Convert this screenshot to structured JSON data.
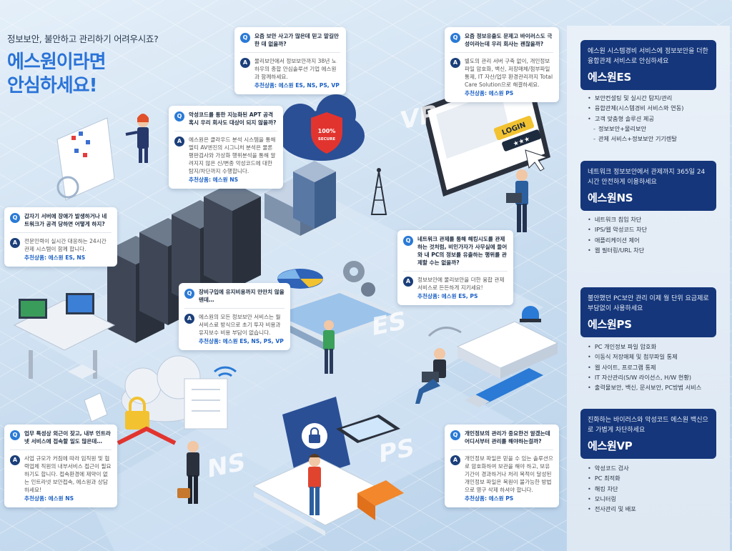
{
  "headline": {
    "subtitle": "정보보안, 불안하고 관리하기 어려우시죠?",
    "title_line1": "에스원이라면",
    "title_line2": "안심하세요!"
  },
  "art_labels": {
    "secure_badge_line1": "100%",
    "secure_badge_line2": "SECURE",
    "login_sign": "LOGIN",
    "login_stars": "★★★",
    "zone_vp": "VP",
    "zone_es": "ES",
    "zone_ns": "NS",
    "zone_ps": "PS"
  },
  "qa": [
    {
      "id": "qa-apt",
      "q": "악성코드를 통한 지능화된 APT 공격 혹시 우리 회사도 대상이 되지 않을까?",
      "a": "에스원은 클라우드 분석 시스템을 통해 멀티 AV엔진의 시그니처 분석은 물론 평판검사와 가상화 행위분석을 통해 알려지지 않은 신/변종 악성코드에 대한 탐지/차단까지 수행합니다.",
      "rec": "추천상품: 에스원 NS"
    },
    {
      "id": "qa-incident",
      "q": "요즘 보안 사고가 많은데 믿고 맡길만한 데 없을까?",
      "a": "물리보안에서 정보보안까지 38년 노하우의 종합 안심솔루션 기업 에스원과 함께하세요.",
      "rec": "추천상품: 에스원 ES, NS, PS, VP"
    },
    {
      "id": "qa-leak",
      "q": "요즘 정보유출도 문제고 바이러스도 극성이라는데 우리 회사는 괜찮을까?",
      "a": "별도의 관리 서버 구축 없이, 개인정보 파일 암호화, 백신, 저장매체/첨부파일 통제, IT 자산/업무 환경관리까지 Total Care Solution으로 해결하세요.",
      "rec": "추천상품: 에스원 PS"
    },
    {
      "id": "qa-server",
      "q": "갑자기 서버에 장애가 발생하거나 네트워크가 공격 당하면 어떻게 하지?",
      "a": "전문인력이 실시간 대응하는 24시간 관제 시스템이 함께 합니다.",
      "rec": "추천상품: 에스원 ES, NS"
    },
    {
      "id": "qa-network",
      "q": "네트워크 관제를 통해 해킹시도를 관제하는 것처럼, 비인가자가 사무실에 들어와 내 PC의 정보를 유출하는 행위를 관제할 수는 없을까?",
      "a": "정보보안에 물리보안을 더한 융합 관제 서비스로 든든하게 지키세요!",
      "rec": "추천상품: 에스원 ES, PS"
    },
    {
      "id": "qa-cost",
      "q": "장비구입에 유지비용까지 만만치 않을 텐데…",
      "a": "에스원의 모든 정보보안 서비스는 월 서비스료 방식으로 초기 투자 비용과 유지보수 비용 부담이 없습니다.",
      "rec": "추천상품: 에스원 ES, NS, PS, VP"
    },
    {
      "id": "qa-remote",
      "q": "업무 특성상 외근이 잦고, 내부 인트라넷 서비스에 접속할 일도 많은데…",
      "a": "사업 규모가 커짐에 따라 임직원 및 협력업체 직원의 내부서비스 접근이 필요하기도 합니다. 접속환경에 제약이 없는 인트라넷 보안접속, 에스원과 상담하세요!",
      "rec": "추천상품: 에스원 NS"
    },
    {
      "id": "qa-privacy",
      "q": "개인정보의 관리가 중요한건 알겠는데 어디서부터 관리를 해야하는걸까?",
      "a": "개인정보 파일은 믿을 수 있는 솔루션으로 암호화하여 보관을 해야 하고, 보유 기간이 경과하거나 처리 목적이 달성된 개인정보 파일은 복원이 불가능한 방법으로 영구 삭제 하셔야 합니다.",
      "rec": "추천상품: 에스원 PS"
    }
  ],
  "products": [
    {
      "id": "es",
      "desc": "에스원 시스템경비 서비스에 정보보안을 더한 융합관제 서비스로 안심하세요",
      "name": "에스원ES",
      "features": [
        "보안컨설팅 및 실시간 탐지/관리",
        "융합관제(시스템경비 서비스와 연동)",
        "고객 맞춤형 솔루션 제공"
      ],
      "subfeatures": [
        "정보보안+물리보안",
        "관제 서비스+정보보안 기기렌탈"
      ]
    },
    {
      "id": "ns",
      "desc": "네트워크 정보보안에서 관제까지 365일 24시간 안전하게 이용하세요",
      "name": "에스원NS",
      "features": [
        "네트워크 침입 차단",
        "IPS/웹 악성코드 차단",
        "애플리케이션 제어",
        "웹 필터링/URL 차단"
      ],
      "subfeatures": []
    },
    {
      "id": "ps",
      "desc": "불안했던 PC보안 관리 이제 월 단위 요금제로 부담없이 사용하세요",
      "name": "에스원PS",
      "features": [
        "PC 개인정보 파일 암호화",
        "이동식 저장매체 및 첨부파일 통제",
        "웹 사이트, 프로그램 통제",
        "IT 자산관리(S/W 라이선스, H/W 현황)",
        "출력물보안, 백신, 문서보안, PC방범 서비스"
      ],
      "subfeatures": []
    },
    {
      "id": "vp",
      "desc": "진화하는 바이러스와 악성코드 에스원 백신으로 가볍게 차단하세요",
      "name": "에스원VP",
      "features": [
        "악성코드 검사",
        "PC 최적화",
        "해킹 차단",
        "모니터링",
        "전사관리 및 배포"
      ],
      "subfeatures": []
    }
  ]
}
